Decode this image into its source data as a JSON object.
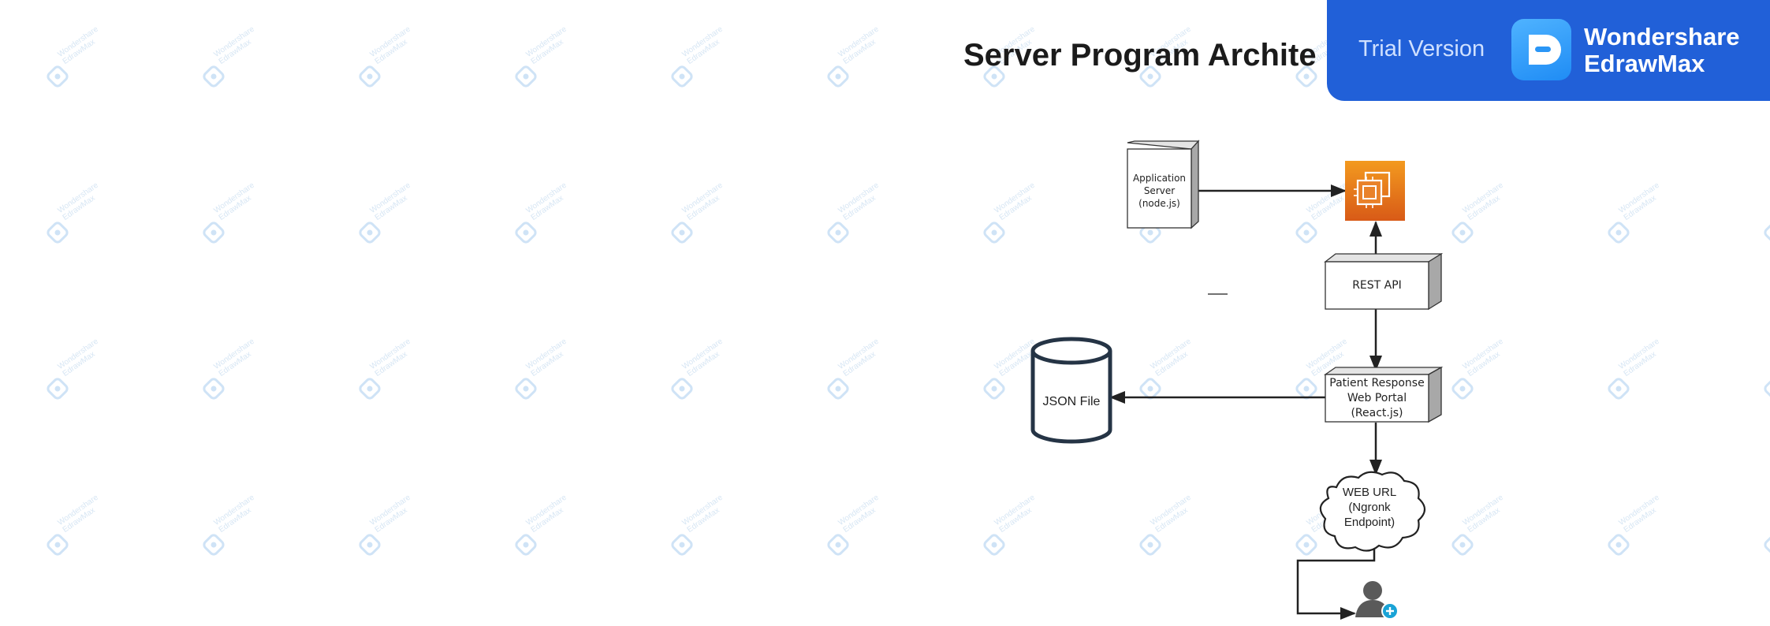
{
  "title": "Server Program Archite",
  "banner": {
    "trial": "Trial Version",
    "brand_line1": "Wondershare",
    "brand_line2": "EdrawMax"
  },
  "watermark": {
    "line1": "Wondershare",
    "line2": "EdrawMax"
  },
  "nodes": {
    "app_server": [
      "Application",
      "Server",
      "(node.js)"
    ],
    "rest_api": "REST API",
    "web_portal": [
      "Patient Response",
      "Web Portal",
      "(React.js)"
    ],
    "json_file": "JSON File",
    "web_url": [
      "WEB URL",
      "(Ngronk",
      "Endpoint)"
    ]
  },
  "colors": {
    "banner": "#2160d8",
    "compute_icon": "#e8791e",
    "edge": "#222222",
    "watermark": "#d7e6f4",
    "user_add": "#1aa3d6"
  },
  "icons": {
    "compute": "aws-ec2-compute-icon",
    "user": "user-add-icon",
    "brand": "edrawmax-logo-icon"
  }
}
